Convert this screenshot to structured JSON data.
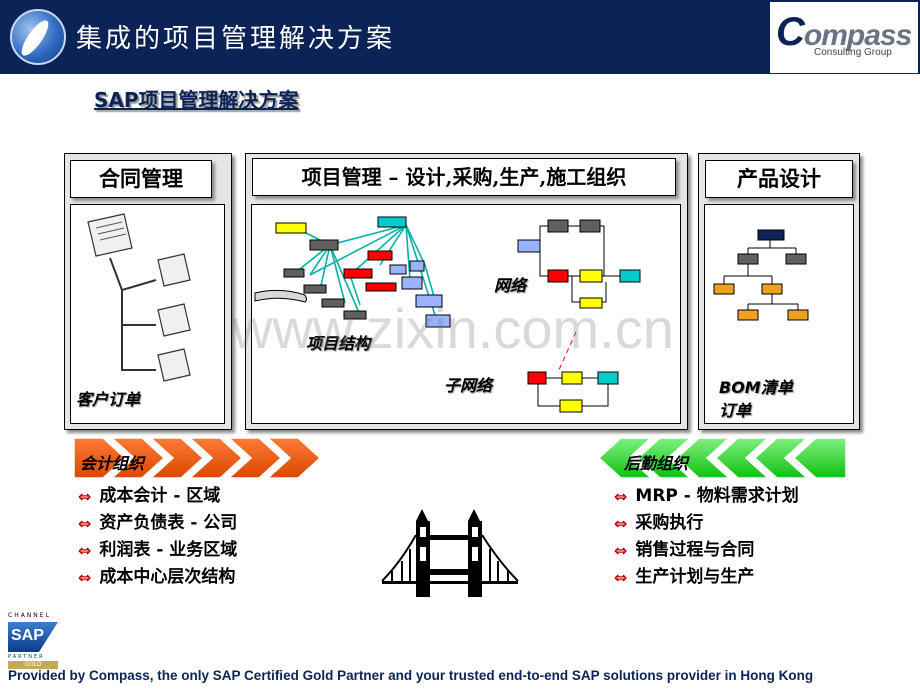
{
  "header": {
    "title": "集成的项目管理解决方案",
    "logo_text": "ompass",
    "logo_sub": "Consulting Group"
  },
  "subtitle": "SAP项目管理解决方案",
  "panels": {
    "contract": {
      "title": "合同管理",
      "label": "客户订单"
    },
    "project": {
      "title": "项目管理 – 设计,采购,生产,施工组织",
      "label_structure": "项目结构",
      "label_network": "网络",
      "label_subnetwork": "子网络"
    },
    "product": {
      "title": "产品设计",
      "label_bom": "BOM清单",
      "label_order": "订单"
    }
  },
  "accounting": {
    "label": "会计组织",
    "color": "#f05a12",
    "items": [
      "成本会计 - 区域",
      "资产负债表  -  公司",
      "利润表  - 业务区域",
      "成本中心层次结构"
    ]
  },
  "logistics": {
    "label": "后勤组织",
    "color": "#22d922",
    "items": [
      "MRP  - 物料需求计划",
      "采购执行",
      "销售过程与合同",
      "生产计划与生产"
    ]
  },
  "bullet_icon": "double-arrow-icon",
  "watermark": "www.zixin.com.cn",
  "footer": {
    "channel": "CHANNEL",
    "sap": "SAP",
    "partner": "PARTNER",
    "gold": "GOLD",
    "text": "Provided by Compass, the only SAP Certified Gold Partner and your trusted end-to-end SAP solutions provider in Hong Kong"
  },
  "colors": {
    "navy": "#0b2356",
    "yellow": "#ffff00",
    "cyan": "#00cccc",
    "red": "#ff0000",
    "grey": "#606060",
    "blue": "#99b3ff",
    "orange": "#f0a020"
  }
}
